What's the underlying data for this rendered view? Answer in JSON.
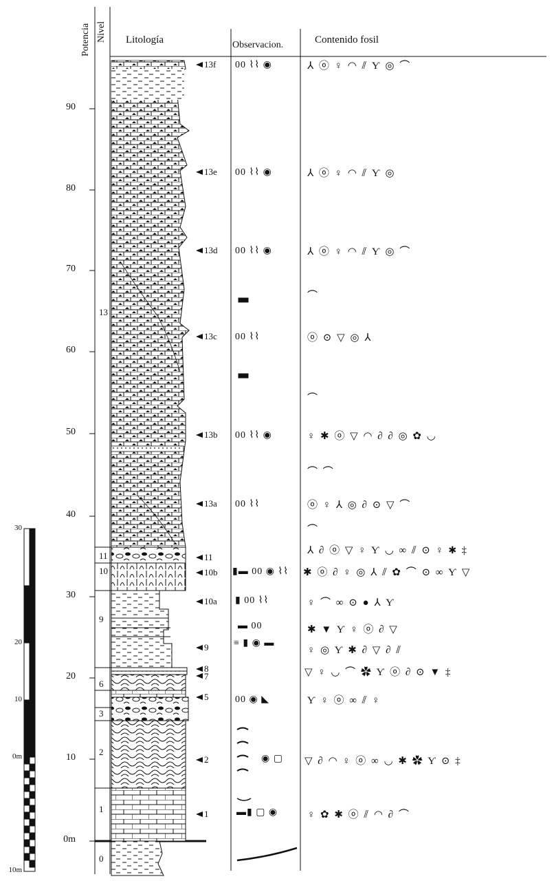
{
  "headers": {
    "potencia": "Potencia",
    "nivel": "Nivel",
    "litologia": "Litología",
    "observaciones": "Observacion.",
    "contenido_fosil": "Contenido fosil"
  },
  "thickness_ticks": [
    "90",
    "80",
    "70",
    "60",
    "50",
    "40",
    "30",
    "20",
    "10",
    "0m"
  ],
  "levels": [
    "13",
    "11",
    "10",
    "9",
    "6",
    "3",
    "2",
    "1",
    "0"
  ],
  "samples": [
    {
      "label": "13f",
      "obs": "00 ⌇⌇ ◉",
      "fossils": "⅄ ⓞ ♀ ◠ ⫽ Ƴ ◎ ⌒"
    },
    {
      "label": "13e",
      "obs": "00 ⌇⌇ ◉",
      "fossils": "⅄ ⓞ ♀ ◠ ⫽ Ƴ ◎"
    },
    {
      "label": "13d",
      "obs": "00 ⌇⌇ ◉",
      "fossils": "⅄ ⓞ ♀ ◠ ⫽ Ƴ ◎ ⌒"
    },
    {
      "label": "13c",
      "obs": "00 ⌇⌇",
      "fossils": "ⓞ ⊙ ▽ ◎ ⅄"
    },
    {
      "label": "13b",
      "obs": "00 ⌇⌇ ◉",
      "fossils": "♀ ✱ ⓞ ▽ ◠ ∂ ∂ ◎ ✿ ◡"
    },
    {
      "label": "13a",
      "obs": "00 ⌇⌇",
      "fossils": "ⓞ ♀ ⅄ ◎ ∂ ⊙ ▽ ⌒"
    },
    {
      "label": "11",
      "obs": "",
      "fossils": "⅄ ∂ ⓞ ▽ ♀ Ƴ ◡ ∞ ⫽ ⊙ ♀ ✱ ‡"
    },
    {
      "label": "10b",
      "obs": "▮▬ 00 ◉ ⌇⌇",
      "fossils": "✱ ⓞ ∂ ♀ ◎ ⅄ ⫽ ✿ ⌒ ⊙ ∞ Ƴ ▽"
    },
    {
      "label": "10a",
      "obs": "▮ 00 ⌇⌇",
      "fossils": "♀ ⌒ ∞ ⊙ ● ⅄ Ƴ"
    },
    {
      "label": "9",
      "obs": "▬ 00",
      "fossils": "✱ ▼ Ƴ ♀ ⓞ ∂ ▽"
    },
    {
      "label": "8",
      "obs": "≡ ▮ ◉ ▬",
      "fossils": "♀ ◎ Ƴ ✱ ∂ ▽ ∂ ⫽"
    },
    {
      "label": "7",
      "obs": "",
      "fossils": "▽ ♀ ◡ ⌒ ✿ Ƴ ⓞ ∂ ⊙ ▼ ‡"
    },
    {
      "label": "5",
      "obs": "00 ◉ ◣",
      "fossils": "Ƴ ♀ ⓞ ∞ ⫽ ♀"
    },
    {
      "label": "2",
      "obs": "◉ ▢",
      "fossils": "▽ ∂ ◠ ♀ ⓞ ∞ ◡ ✱ ✿ Ƴ ⊙ ‡"
    },
    {
      "label": "1",
      "obs": "▬▮ ▢ ◉",
      "fossils": "♀ ✿ ✱ ⓞ ⫽ ◠ ∂ ⌒"
    }
  ],
  "extra_fossils": [
    "⌒",
    "⌒",
    "⌒ ⌒",
    "⌒"
  ],
  "scale_bar_labels": [
    "30",
    "20",
    "10",
    "0m",
    "10m"
  ]
}
